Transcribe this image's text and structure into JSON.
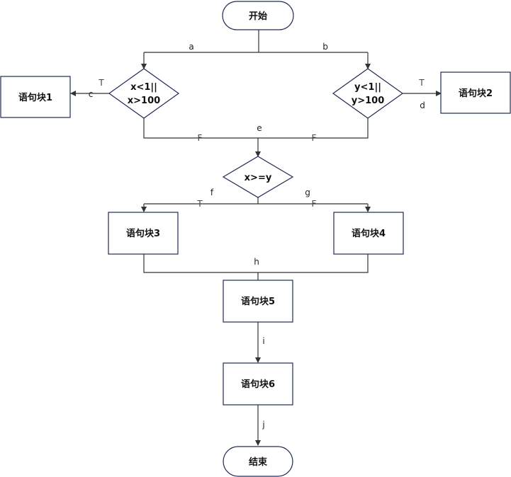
{
  "nodes": {
    "start": "开始",
    "cond1_line1": "x<1||",
    "cond1_line2": "x>100",
    "cond2_line1": "y<1||",
    "cond2_line2": "y>100",
    "cond3": "x>=y",
    "block1": "语句块1",
    "block2": "语句块2",
    "block3": "语句块3",
    "block4": "语句块4",
    "block5": "语句块5",
    "block6": "语句块6",
    "end": "结束"
  },
  "edge_labels": {
    "a": "a",
    "b": "b",
    "c": "c",
    "d": "d",
    "e": "e",
    "f": "f",
    "g": "g",
    "h": "h",
    "i": "i",
    "j": "j"
  },
  "branch_labels": {
    "true": "T",
    "false": "F"
  },
  "colors": {
    "node_border": "#1f2a55",
    "edge": "#333333"
  }
}
